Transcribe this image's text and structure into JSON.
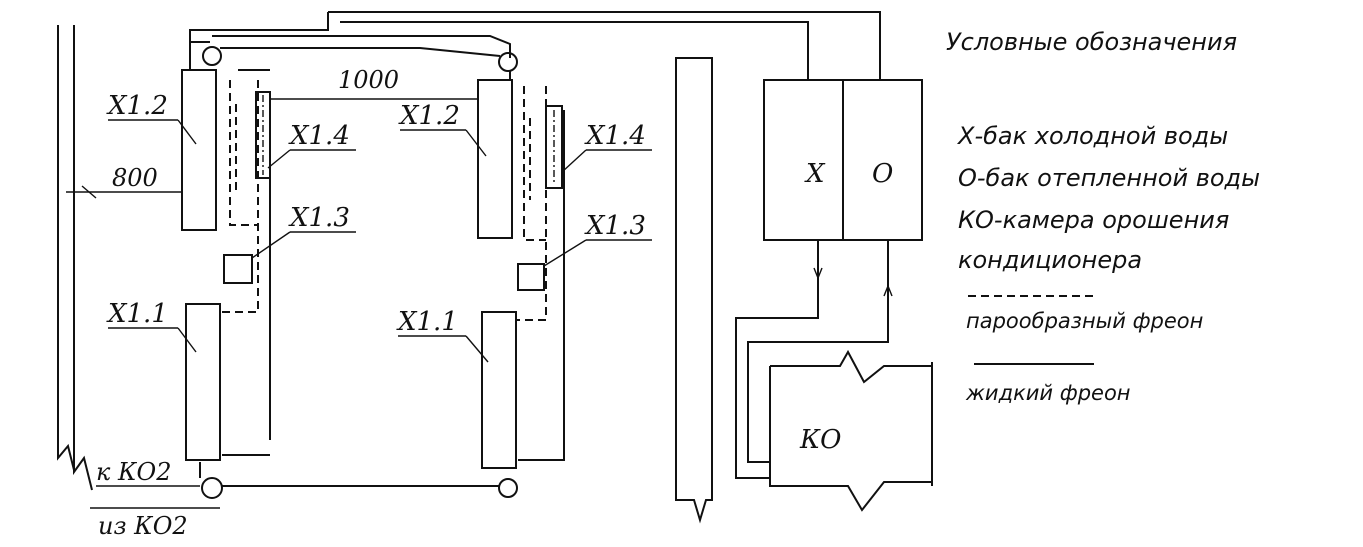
{
  "legend": {
    "title": "Условные обозначения",
    "items": [
      "Х-бак холодной воды",
      "О-бак отепленной воды",
      "КО-камера орошения",
      "кондиционера"
    ],
    "line_styles": [
      {
        "style": "dashed",
        "label": "парообразный фреон"
      },
      {
        "style": "solid",
        "label": "жидкий фреон"
      }
    ]
  },
  "labels": {
    "x12": "Х1.2",
    "x14": "Х1.4",
    "x13": "Х1.3",
    "x11": "Х1.1",
    "dim_800": "800",
    "dim_1000": "1000",
    "to_ko2": "к КО2",
    "from_ko2": "из КО2",
    "tank_x": "Х",
    "tank_o": "О",
    "ko": "КО"
  }
}
